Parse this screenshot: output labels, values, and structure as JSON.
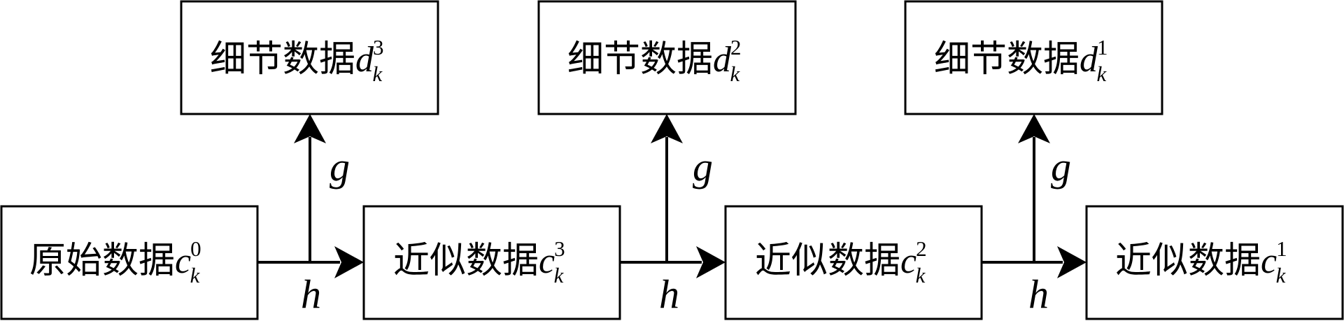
{
  "diagram": {
    "source": {
      "text": "原始数据",
      "var": "c",
      "sub": "k",
      "sup": "0"
    },
    "approx": [
      {
        "text": "近似数据",
        "var": "c",
        "sub": "k",
        "sup": "3"
      },
      {
        "text": "近似数据",
        "var": "c",
        "sub": "k",
        "sup": "2"
      },
      {
        "text": "近似数据",
        "var": "c",
        "sub": "k",
        "sup": "1"
      }
    ],
    "detail": [
      {
        "text": "细节数据",
        "var": "d",
        "sub": "k",
        "sup": "3"
      },
      {
        "text": "细节数据",
        "var": "d",
        "sub": "k",
        "sup": "2"
      },
      {
        "text": "细节数据",
        "var": "d",
        "sub": "k",
        "sup": "1"
      }
    ],
    "low_pass_label": "h",
    "high_pass_label": "g"
  }
}
